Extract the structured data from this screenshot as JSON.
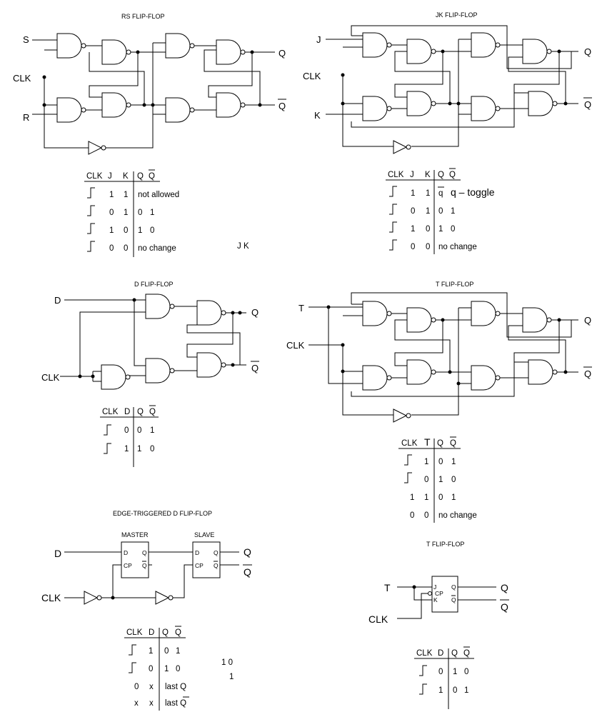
{
  "titles": {
    "rs": "RS FLIP-FLOP",
    "jk": "JK FLIP-FLOP",
    "d": "D  FLIP-FLOP",
    "t": "T  FLIP-FLOP",
    "edge": "EDGE-TRIGGERED  D  FLIP-FLOP",
    "t2": "T FLIP-FLOP",
    "master": "MASTER",
    "slave": "SLAVE"
  },
  "labels": {
    "S": "S",
    "R": "R",
    "CLK": "CLK",
    "J": "J",
    "K": "K",
    "D": "D",
    "T": "T",
    "Q": "Q",
    "Qbar": "Q"
  },
  "pins": {
    "D": "D",
    "Q": "Q",
    "CP": "CP",
    "J": "J",
    "K": "K"
  },
  "rs_table": {
    "headers": [
      "CLK",
      "J",
      "K",
      "Q",
      "Q"
    ],
    "rows": [
      [
        "1",
        "1",
        "not allowed"
      ],
      [
        "0",
        "1",
        "0",
        "1"
      ],
      [
        "1",
        "0",
        "1",
        "0"
      ],
      [
        "0",
        "0",
        "no change"
      ]
    ]
  },
  "jk_table": {
    "headers": [
      "CLK",
      "J",
      "K",
      "Q",
      "Q"
    ],
    "rows": [
      [
        "1",
        "1",
        "q",
        "q – toggle"
      ],
      [
        "0",
        "1",
        "0",
        "1"
      ],
      [
        "1",
        "0",
        "1",
        "0"
      ],
      [
        "0",
        "0",
        "no change"
      ]
    ]
  },
  "d_table": {
    "headers": [
      "CLK",
      "D",
      "Q",
      "Q"
    ],
    "rows": [
      [
        "0",
        "0",
        "1"
      ],
      [
        "1",
        "1",
        "0"
      ]
    ]
  },
  "t_table": {
    "headers": [
      "CLK",
      "T",
      "Q",
      "Q"
    ],
    "rows": [
      [
        "1",
        "0",
        "1"
      ],
      [
        "0",
        "1",
        "0"
      ],
      [
        "1",
        "1",
        "0",
        "1"
      ],
      [
        "0",
        "0",
        "no change"
      ]
    ]
  },
  "edge_table": {
    "headers": [
      "CLK",
      "D",
      "Q",
      "Q"
    ],
    "rows": [
      [
        "1",
        "0",
        "1"
      ],
      [
        "0",
        "1",
        "0"
      ],
      [
        "0",
        "x",
        "last Q"
      ],
      [
        "x",
        "x",
        "last Q"
      ]
    ]
  },
  "t2_table": {
    "headers": [
      "CLK",
      "D",
      "Q",
      "Q"
    ],
    "rows": [
      [
        "0",
        "1",
        "0"
      ],
      [
        "1",
        "0",
        "1"
      ]
    ]
  },
  "stray": {
    "jk": "J   K",
    "a": "1  0",
    "b": "1"
  }
}
